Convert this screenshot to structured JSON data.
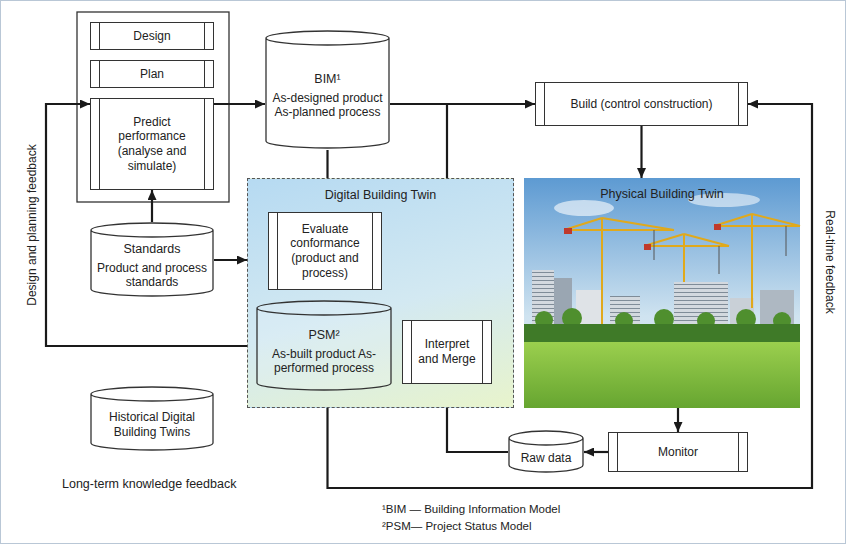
{
  "diagram": {
    "nodes": [
      {
        "text": [
          "Design"
        ]
      },
      {
        "text": [
          "Plan"
        ]
      },
      {
        "text": [
          "Predict performance (analyse and simulate)"
        ]
      },
      {
        "text": [
          "BIM¹",
          "As-designed product As-planned process"
        ]
      },
      {
        "text": [
          "Build (control construction)"
        ]
      },
      {
        "text": [
          "Standards",
          "Product and process standards"
        ]
      },
      {
        "text": [
          "Digital Building Twin"
        ]
      },
      {
        "text": [
          "Evaluate conformance (product and process)"
        ],
        "in": 6
      },
      {
        "text": [
          "PSM²",
          "As-built product As-performed process"
        ],
        "in": 6
      },
      {
        "text": [
          "Interpret and Merge"
        ],
        "in": 6
      },
      {
        "text": [
          "Physical Building Twin"
        ]
      },
      {
        "text": [
          "Raw data"
        ]
      },
      {
        "text": [
          "Monitor"
        ]
      },
      {
        "text": [
          "Historical Digital Building Twins"
        ]
      }
    ],
    "edges": [
      {
        "from": 2,
        "to": 3,
        "arrow": "to"
      },
      {
        "from": 3,
        "to": 4,
        "arrow": "to"
      },
      {
        "from": 3,
        "to": 6,
        "arrow": "none"
      },
      {
        "from": 3,
        "to": 6,
        "arrow": "none"
      },
      {
        "from": 4,
        "to": 10,
        "arrow": "to"
      },
      {
        "from": 10,
        "to": 12,
        "arrow": "to"
      },
      {
        "from": 12,
        "to": 11,
        "arrow": "to"
      },
      {
        "from": 11,
        "to": 6,
        "arrow": "none"
      },
      {
        "from": 5,
        "to": 2,
        "arrow": "to"
      },
      {
        "from": 5,
        "to": 6,
        "arrow": "to"
      },
      {
        "from": 6,
        "to": 2,
        "arrow": "to",
        "label": "Design and planning feedback"
      },
      {
        "from": 6,
        "to": 4,
        "arrow": "to",
        "label": "Real-time feedback"
      }
    ],
    "labels": [
      "Long-term knowledge feedback",
      "¹BIM — Building Information Model",
      "²PSM— Project Status Model"
    ]
  }
}
